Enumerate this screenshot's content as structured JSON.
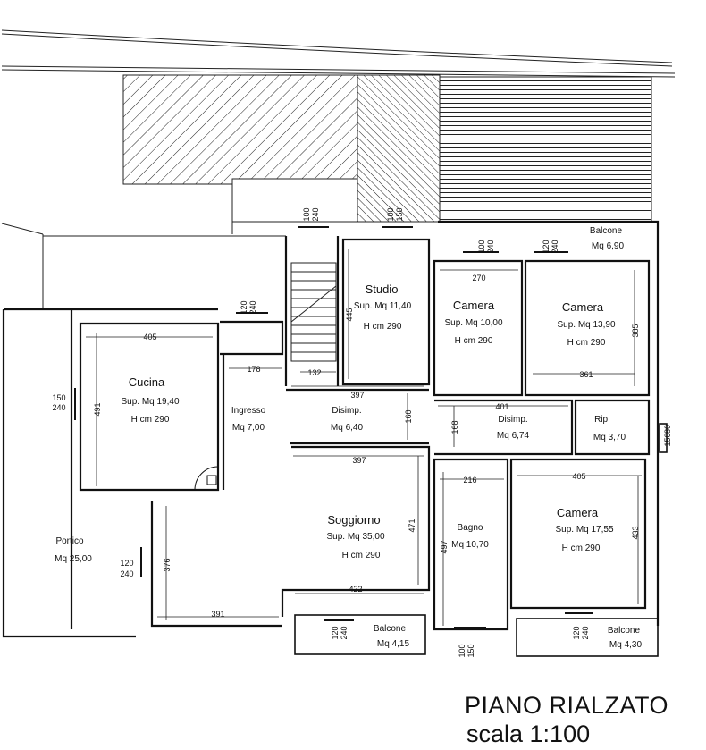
{
  "title": {
    "line1": "PIANO RIALZATO",
    "line2": "scala 1:100"
  },
  "rooms": {
    "studio": {
      "name": "Studio",
      "area": "Sup. Mq 11,40",
      "height": "H cm 290"
    },
    "camera1": {
      "name": "Camera",
      "area": "Sup. Mq 10,00",
      "height": "H cm 290"
    },
    "camera2": {
      "name": "Camera",
      "area": "Sup. Mq 13,90",
      "height": "H cm 290"
    },
    "cucina": {
      "name": "Cucina",
      "area": "Sup. Mq 19,40",
      "height": "H cm 290"
    },
    "ingresso": {
      "name": "Ingresso",
      "area": "Mq 7,00"
    },
    "disimp1": {
      "name": "Disimp.",
      "area": "Mq 6,40"
    },
    "disimp2": {
      "name": "Disimp.",
      "area": "Mq 6,74"
    },
    "rip": {
      "name": "Rip.",
      "area": "Mq 3,70"
    },
    "soggiorno": {
      "name": "Soggiorno",
      "area": "Sup. Mq 35,00",
      "height": "H cm 290"
    },
    "bagno": {
      "name": "Bagno",
      "area": "Mq 10,70"
    },
    "camera3": {
      "name": "Camera",
      "area": "Sup. Mq 17,55",
      "height": "H cm 290"
    },
    "portico": {
      "name": "Portico",
      "area": "Mq 25,00"
    },
    "balcone_top": {
      "name": "Balcone",
      "area": "Mq 6,90"
    },
    "balcone_left": {
      "name": "Balcone",
      "area": "Mq 4,15"
    },
    "balcone_right": {
      "name": "Balcone",
      "area": "Mq 4,30"
    }
  },
  "dims": {
    "d405a": "405",
    "d491": "491",
    "d178": "178",
    "d132": "132",
    "d445": "445",
    "d270": "270",
    "d385": "385",
    "d361": "361",
    "d397a": "397",
    "d401": "401",
    "d160": "160",
    "d168": "168",
    "d397b": "397",
    "d471": "471",
    "d216": "216",
    "d405b": "405",
    "d433": "433",
    "d497": "497",
    "d422": "422",
    "d391": "391",
    "d376": "376"
  },
  "openings": {
    "w_t1a": "100",
    "w_t1b": "240",
    "w_t2a": "100",
    "w_t2b": "150",
    "w_c1a": "100",
    "w_c1b": "240",
    "w_c2a": "120",
    "w_c2b": "240",
    "w_k1a": "120",
    "w_k1b": "240",
    "w_k2a": "150",
    "w_k2b": "240",
    "w_rpa": "80",
    "w_rpb": "150",
    "w_pa": "120",
    "w_pb": "240",
    "w_bla": "120",
    "w_blb": "240",
    "w_bga": "100",
    "w_bgb": "150",
    "w_bra": "120",
    "w_brb": "240"
  }
}
